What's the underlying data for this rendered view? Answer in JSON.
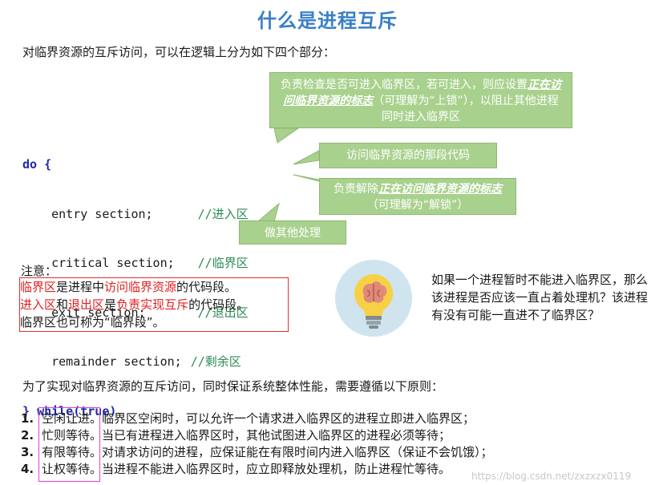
{
  "title": "什么是进程互斥",
  "intro": "对临界资源的互斥访问，可以在逻辑上分为如下四个部分：",
  "code": {
    "do_kw": "do",
    "open_brace": " {",
    "lines": [
      {
        "code": "    entry section;",
        "comment": "//进入区"
      },
      {
        "code": "    critical section;",
        "comment": "//临界区"
      },
      {
        "code": "    exit section;",
        "comment": "//退出区"
      },
      {
        "code": "    remainder section;",
        "comment": "//剩余区"
      }
    ],
    "close": "} ",
    "while_kw": "while",
    "while_cond": "(true)"
  },
  "callouts": {
    "entry": {
      "pre": "负责检查是否可进入临界区，若可进入，则应设置",
      "em": "正在访问临界资源的标志",
      "post": "（可理解为“上锁”），以阻止其他进程同时进入临界区"
    },
    "critical": {
      "text": "访问临界资源的那段代码"
    },
    "exit": {
      "pre": "负责解除",
      "em": "正在访问临界资源的标志",
      "post": "（可理解为“解锁”）"
    },
    "remainder": {
      "text": "做其他处理"
    }
  },
  "note": {
    "heading": "注意：",
    "line1": {
      "a": "临界区",
      "b": "是进程中",
      "c": "访问临界资源",
      "d": "的代码段。"
    },
    "line2": {
      "a": "进入区",
      "b": "和",
      "c": "退出区",
      "d": "是",
      "e": "负责实现互斥",
      "f": "的代码段。"
    },
    "line3": "临界区也可称为“临界段”。"
  },
  "question": "如果一个进程暂时不能进入临界区，那么该进程是否应该一直占着处理机？该进程有没有可能一直进不了临界区？",
  "principles_intro": "为了实现对临界资源的互斥访问，同时保证系统整体性能，需要遵循以下原则：",
  "principles": [
    {
      "num": "1.",
      "name": "空闲让进",
      "desc": "。临界区空闲时，可以允许一个请求进入临界区的进程立即进入临界区；"
    },
    {
      "num": "2.",
      "name": "忙则等待",
      "desc": "。当已有进程进入临界区时，其他试图进入临界区的进程必须等待；"
    },
    {
      "num": "3.",
      "name": "有限等待",
      "desc": "。对请求访问的进程，应保证能在有限时间内进入临界区（保证不会饥饿）；"
    },
    {
      "num": "4.",
      "name": "让权等待",
      "desc": "。当进程不能进入临界区时，应立即释放处理机，防止进程忙等待。"
    }
  ],
  "watermark": "https://blog.csdn.net/zxzxzx0119",
  "colors": {
    "title": "#3a7fc4",
    "callout_bg": "#a9d18e",
    "note_border": "#e03030",
    "highlight_red": "#e02020",
    "principle_box": "#e040e0",
    "keyword": "#1f2aa8"
  },
  "icons": {
    "idea": "lightbulb-brain-icon"
  }
}
